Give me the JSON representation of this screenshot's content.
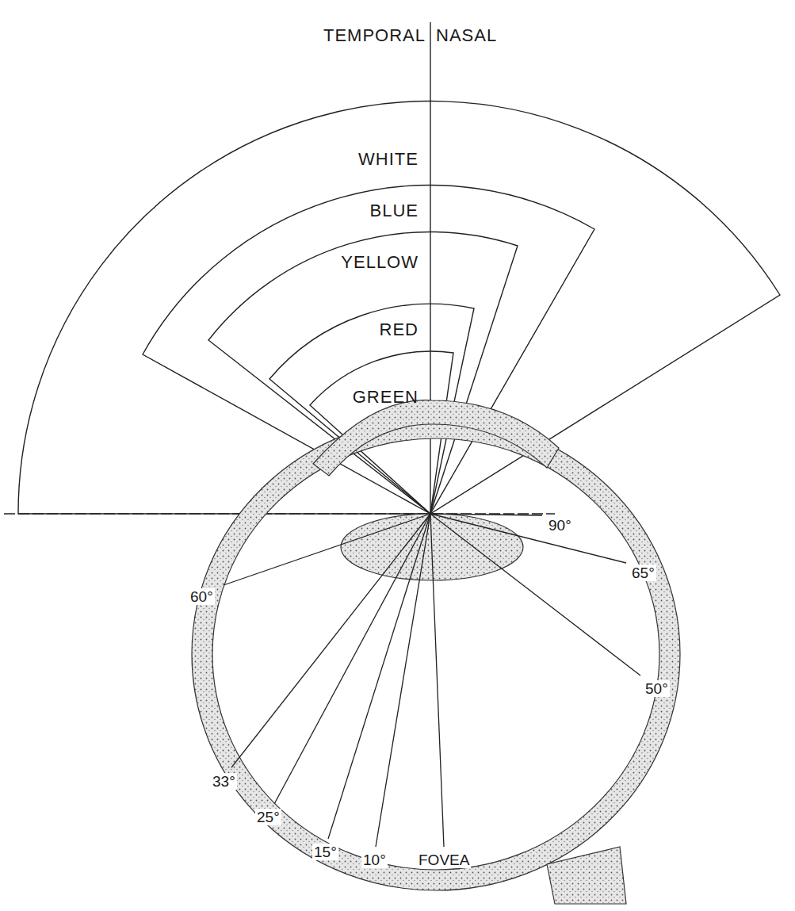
{
  "diagram": {
    "labels": [
      "TEMPORAL",
      "NASAL",
      "WHITE",
      "BLUE",
      "YELLOW",
      "RED",
      "GREEN",
      "90°",
      "65°",
      "50°",
      "60°",
      "33°",
      "25°",
      "15°",
      "10°",
      "FOVEA"
    ]
  }
}
